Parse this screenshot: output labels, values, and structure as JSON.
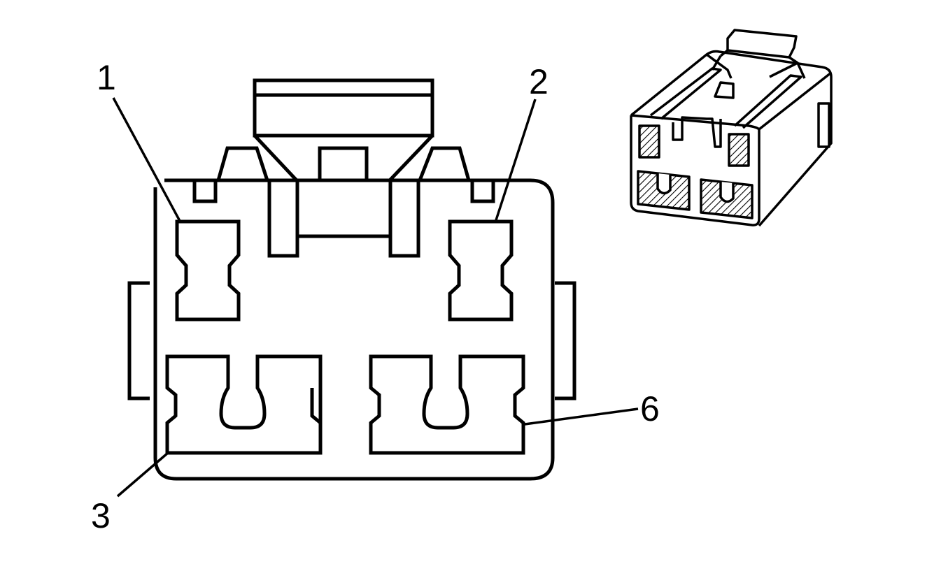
{
  "diagram": {
    "pin_labels": {
      "pin_1": "1",
      "pin_2": "2",
      "pin_3": "3",
      "pin_6": "6"
    },
    "colors": {
      "line": "#000000",
      "background": "#ffffff",
      "hatch": "#000000"
    }
  }
}
